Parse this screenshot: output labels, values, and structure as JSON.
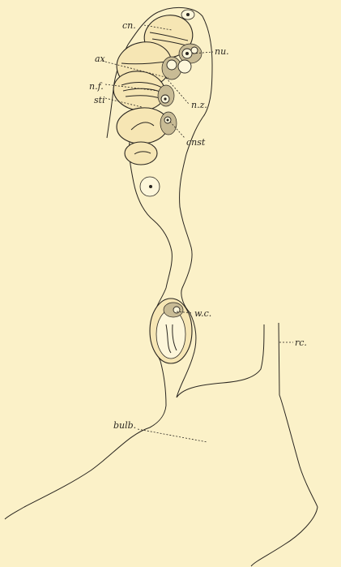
{
  "labels": {
    "cn": "cn.",
    "nu": "nu.",
    "ax": "ax",
    "nf": "n.f.",
    "nz": "n.z.",
    "sti": "sti",
    "cnst": "cnst",
    "wc": "w.c.",
    "rc": "rc.",
    "bulb": "bulb."
  }
}
